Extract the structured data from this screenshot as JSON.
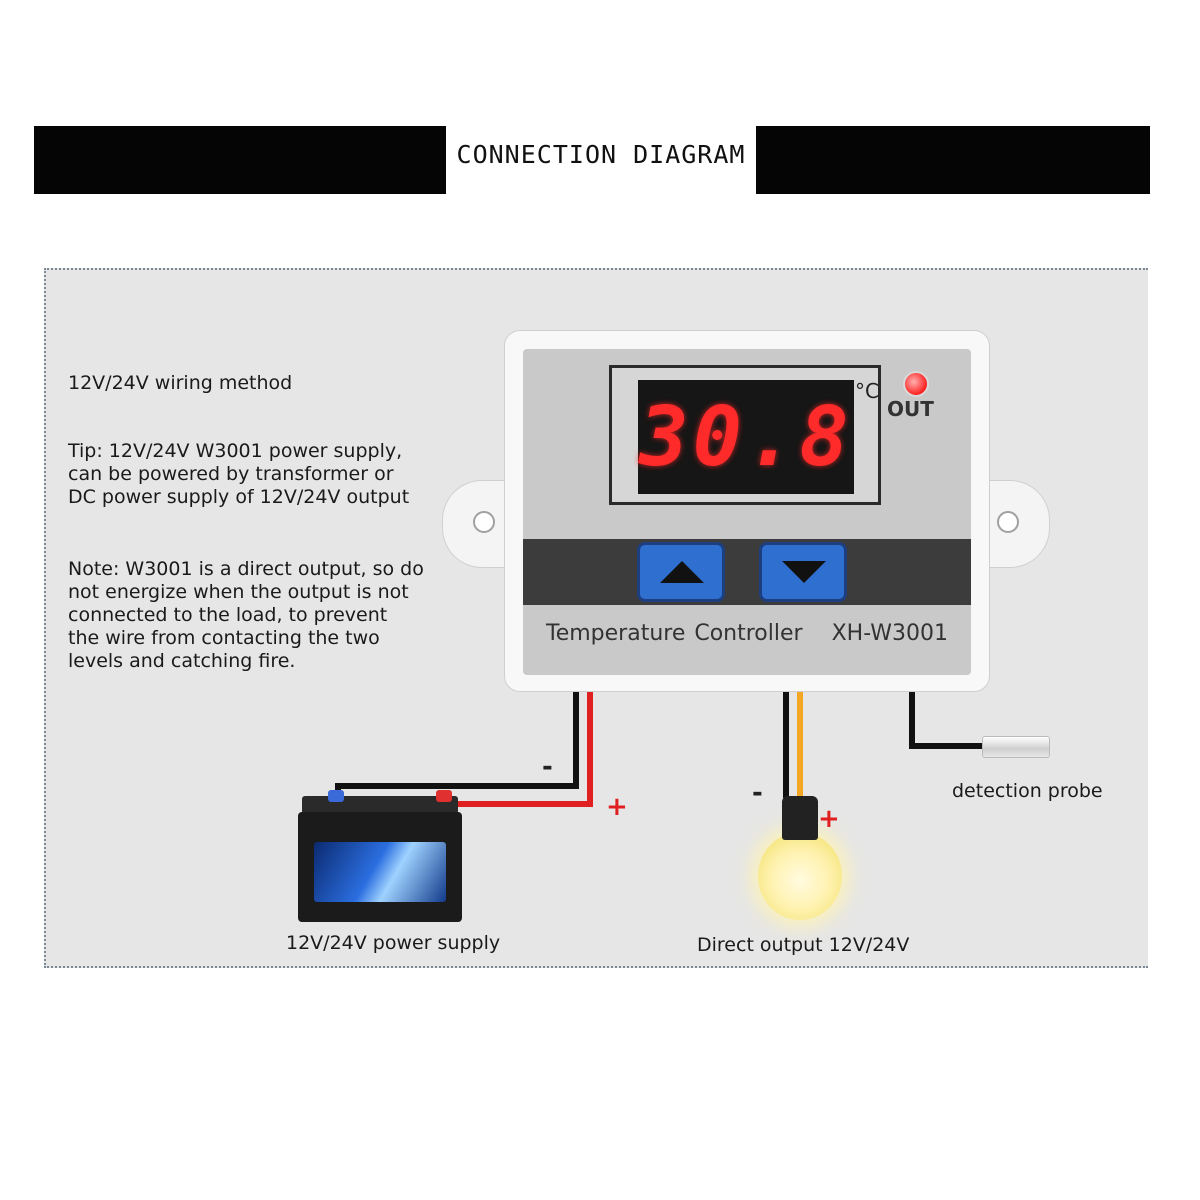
{
  "header": {
    "title": "CONNECTION DIAGRAM"
  },
  "notes": {
    "wiring_method": "12V/24V wiring method",
    "tip": "Tip: 12V/24V W3001 power supply,\ncan be powered by transformer or\nDC power supply of 12V/24V output",
    "note": "Note: W3001 is a direct output, so do\nnot energize when the output is not\nconnected to the load, to prevent\nthe wire from contacting the two\nlevels and catching fire."
  },
  "device": {
    "display_value": "30.8",
    "unit": "°C",
    "out_label": "OUT",
    "name": "Temperature Controller",
    "model": "XH-W3001"
  },
  "connections": {
    "power_supply_label": "12V/24V power supply",
    "output_label": "Direct output 12V/24V",
    "probe_label": "detection probe",
    "negative_sign": "-",
    "positive_sign": "+"
  },
  "colors": {
    "led": "#ff2a2a",
    "button": "#2f6fd0",
    "wire_red": "#e02020",
    "wire_black": "#111111",
    "wire_orange": "#f5a623",
    "panel": "#e6e6e6"
  }
}
